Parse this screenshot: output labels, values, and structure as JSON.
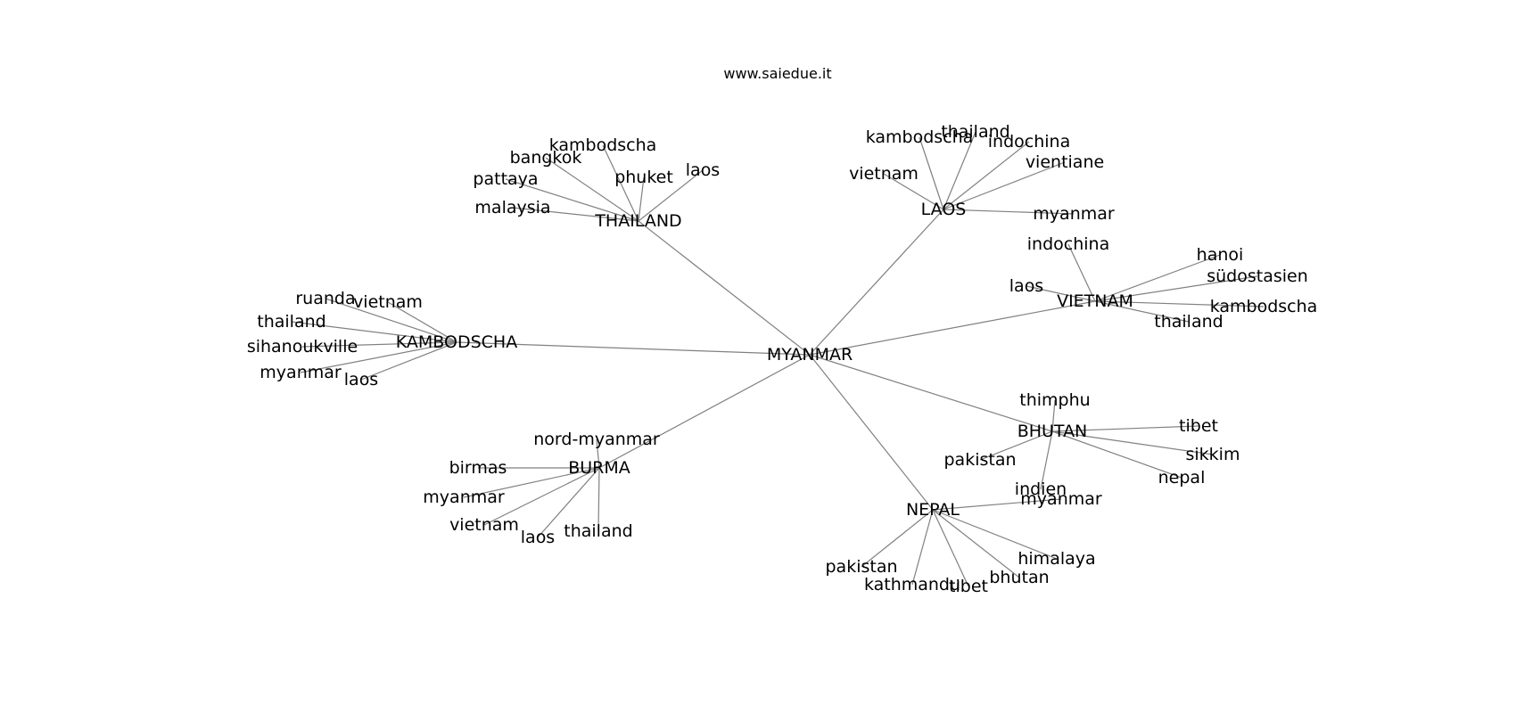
{
  "title": "www.saiedue.it",
  "root": "MYANMAR",
  "hubs": [
    {
      "id": "thailand_hub",
      "label": "THAILAND",
      "leaves": [
        "kambodscha",
        "bangkok",
        "pattaya",
        "phuket",
        "laos",
        "malaysia"
      ]
    },
    {
      "id": "laos_hub",
      "label": "LAOS",
      "leaves": [
        "kambodscha",
        "thailand",
        "indochina",
        "vietnam",
        "vientiane",
        "myanmar"
      ]
    },
    {
      "id": "vietnam_hub",
      "label": "VIETNAM",
      "leaves": [
        "indochina",
        "hanoi",
        "südostasien",
        "laos",
        "kambodscha",
        "thailand"
      ]
    },
    {
      "id": "kambodscha_hub",
      "label": "KAMBODSCHA",
      "leaves": [
        "ruanda",
        "vietnam",
        "thailand",
        "sihanoukville",
        "myanmar",
        "laos"
      ]
    },
    {
      "id": "bhutan_hub",
      "label": "BHUTAN",
      "leaves": [
        "thimphu",
        "tibet",
        "sikkim",
        "pakistan",
        "nepal",
        "indien"
      ]
    },
    {
      "id": "burma_hub",
      "label": "BURMA",
      "leaves": [
        "nord-myanmar",
        "birmas",
        "myanmar",
        "vietnam",
        "laos",
        "thailand"
      ]
    },
    {
      "id": "nepal_hub",
      "label": "NEPAL",
      "leaves": [
        "myanmar",
        "himalaya",
        "pakistan",
        "bhutan",
        "kathmandu",
        "tibet"
      ]
    }
  ]
}
